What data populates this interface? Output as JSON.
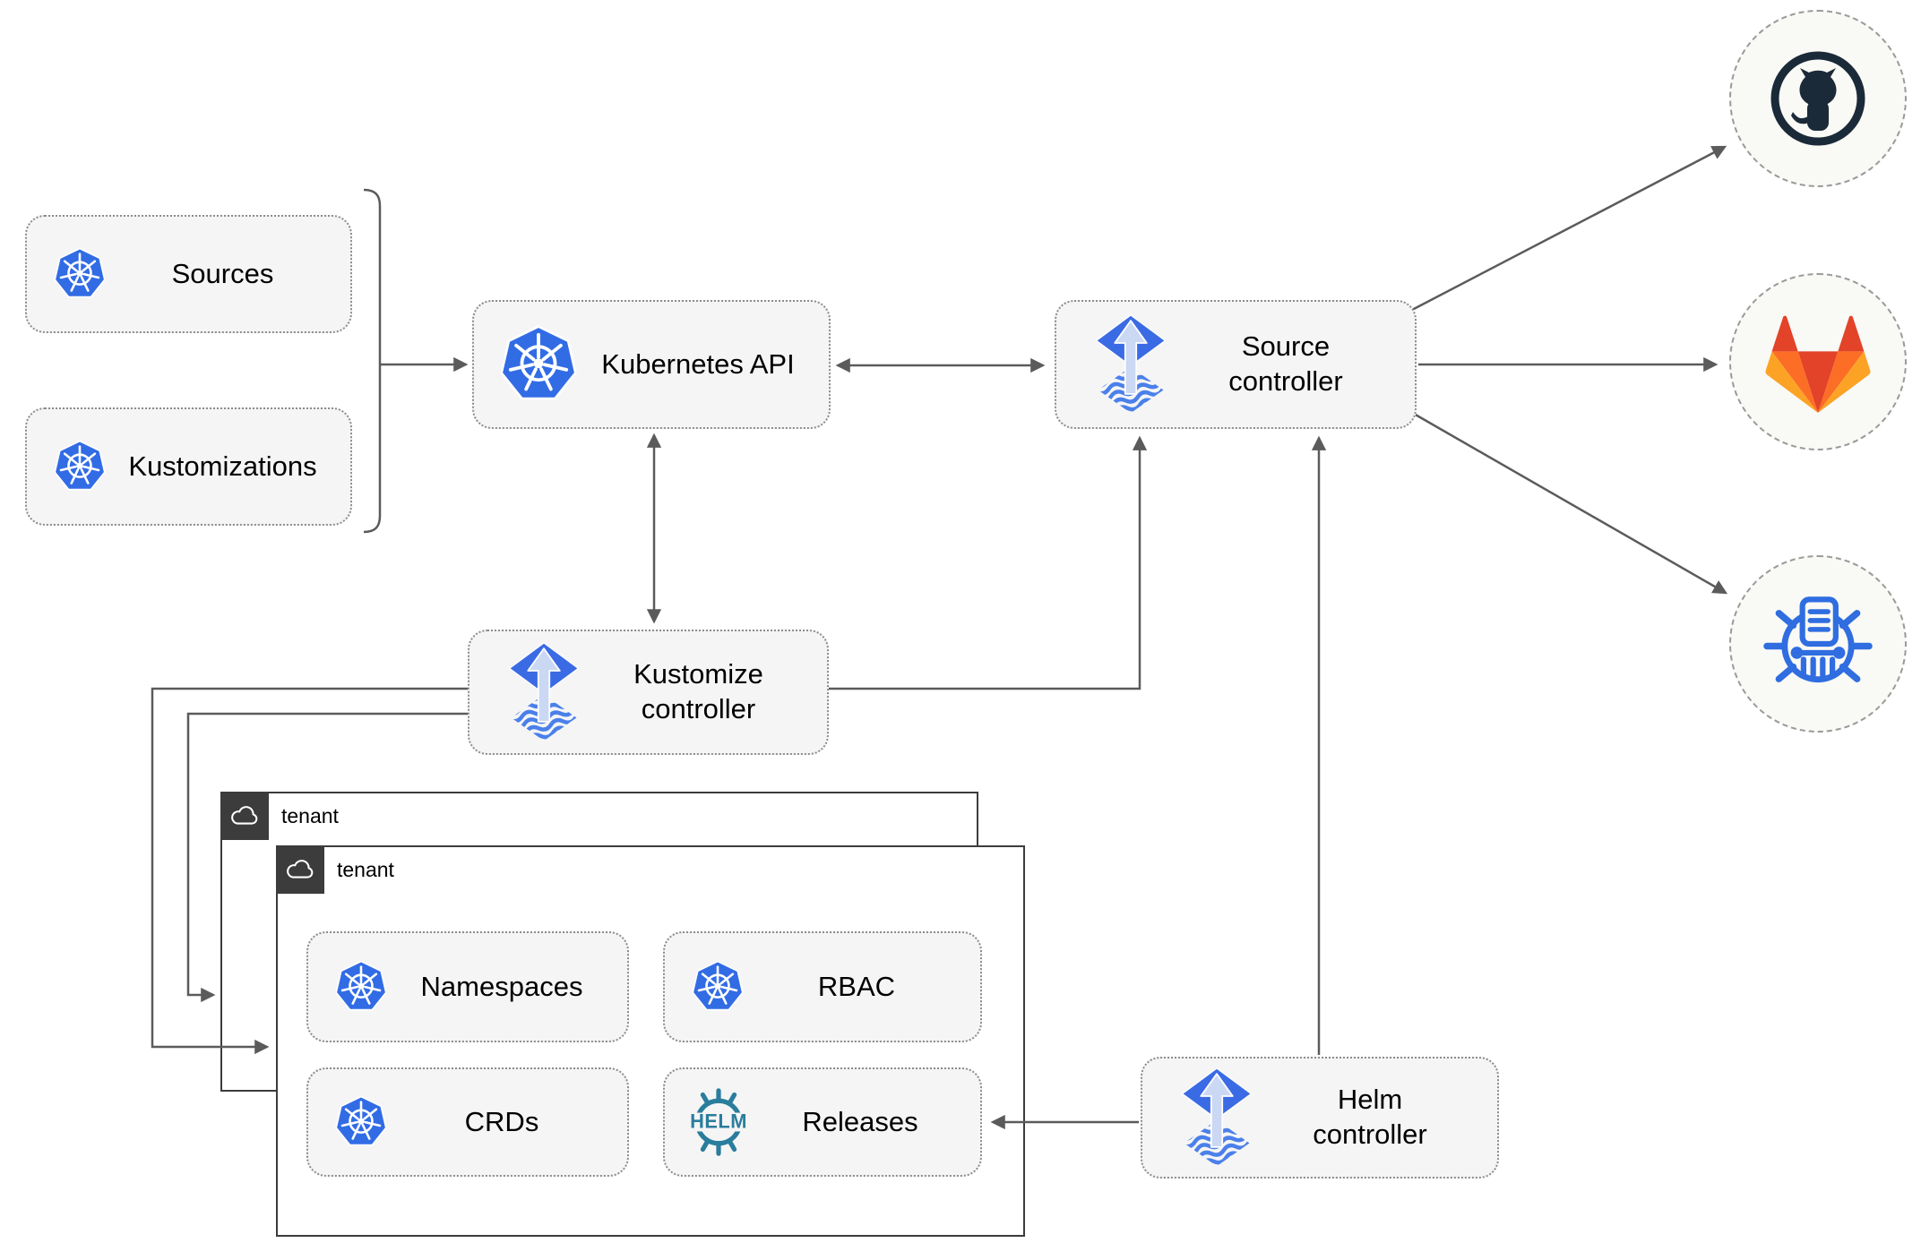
{
  "nodes": {
    "sources": {
      "label": "Sources",
      "icon": "kubernetes-icon"
    },
    "kustomizations": {
      "label": "Kustomizations",
      "icon": "kubernetes-icon"
    },
    "kubernetes_api": {
      "label": "Kubernetes API",
      "icon": "kubernetes-icon"
    },
    "source_controller": {
      "label": "Source\ncontroller",
      "icon": "flux-icon"
    },
    "kustomize_controller": {
      "label": "Kustomize\ncontroller",
      "icon": "flux-icon"
    },
    "helm_controller": {
      "label": "Helm\ncontroller",
      "icon": "flux-icon"
    },
    "namespaces": {
      "label": "Namespaces",
      "icon": "kubernetes-icon"
    },
    "rbac": {
      "label": "RBAC",
      "icon": "kubernetes-icon"
    },
    "crds": {
      "label": "CRDs",
      "icon": "kubernetes-icon"
    },
    "releases": {
      "label": "Releases",
      "icon": "helm-icon"
    }
  },
  "groups": {
    "outer_tenant": {
      "label": "tenant",
      "icon": "cloud-icon"
    },
    "inner_tenant": {
      "label": "tenant",
      "icon": "cloud-icon"
    }
  },
  "endpoints": {
    "github": {
      "icon": "github-icon"
    },
    "gitlab": {
      "icon": "gitlab-icon"
    },
    "chartmuseum": {
      "icon": "chartmuseum-icon"
    }
  },
  "helm_logo_text": "HELM",
  "edges": [
    {
      "from": "sources+kustomizations (brace)",
      "to": "kubernetes_api",
      "arrow": "end"
    },
    {
      "from": "kubernetes_api",
      "to": "source_controller",
      "arrow": "both"
    },
    {
      "from": "kubernetes_api",
      "to": "kustomize_controller",
      "arrow": "both"
    },
    {
      "from": "kustomize_controller",
      "to": "source_controller",
      "arrow": "end"
    },
    {
      "from": "kustomize_controller",
      "to": "inner_tenant",
      "arrow": "end"
    },
    {
      "from": "kustomize_controller",
      "to": "outer_tenant",
      "arrow": "end"
    },
    {
      "from": "helm_controller",
      "to": "source_controller",
      "arrow": "end"
    },
    {
      "from": "helm_controller",
      "to": "releases",
      "arrow": "end"
    },
    {
      "from": "source_controller",
      "to": "github",
      "arrow": "end"
    },
    {
      "from": "source_controller",
      "to": "gitlab",
      "arrow": "end"
    },
    {
      "from": "source_controller",
      "to": "chartmuseum",
      "arrow": "end"
    }
  ],
  "colors": {
    "kubernetes_blue": "#326ce5",
    "flux_blue": "#3b6be4",
    "flux_light_arrow": "#cbd8f4",
    "helm_teal": "#2a7d9c",
    "chartmuseum_blue": "#2f6de0",
    "github_dark": "#1b2a38",
    "gitlab_red": "#e24329",
    "gitlab_orange": "#fc6d26",
    "gitlab_yellow": "#fca326",
    "line_gray": "#5b5b5b",
    "box_fill": "#f5f5f5",
    "box_border": "#8c8c8c",
    "tenant_dark": "#3c3c3c"
  }
}
